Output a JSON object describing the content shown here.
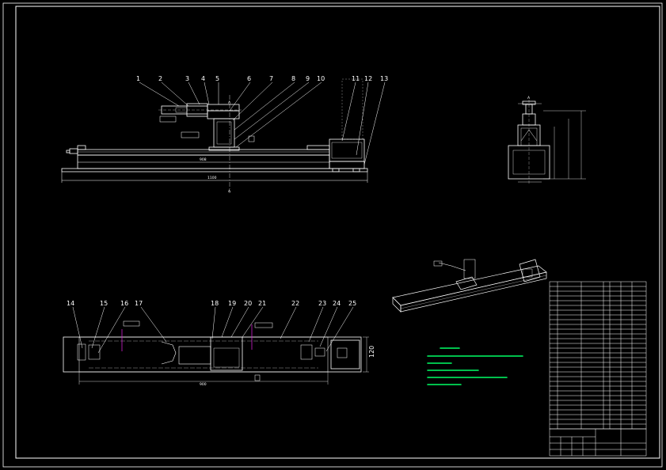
{
  "colors": {
    "background": "#000000",
    "line": "#ffffff",
    "notes": "#00ff66",
    "marker": "#d01fd0"
  },
  "front_view": {
    "callouts": [
      "1",
      "2",
      "3",
      "4",
      "5",
      "6",
      "7",
      "8",
      "9",
      "10",
      "11",
      "12",
      "13"
    ],
    "dimension_overall": "1100",
    "dimension_inner": "908",
    "section_marks": [
      "A",
      "A"
    ]
  },
  "plan_view": {
    "callouts": [
      "14",
      "15",
      "16",
      "17",
      "18",
      "19",
      "20",
      "21",
      "22",
      "23",
      "24",
      "25"
    ],
    "dimension_length": "900",
    "dimension_height": "120"
  },
  "side_view": {
    "label": "A"
  }
}
